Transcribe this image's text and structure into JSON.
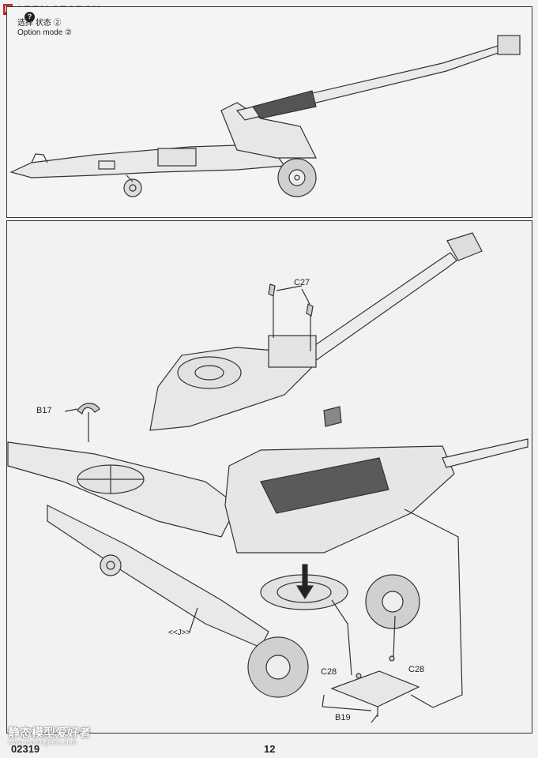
{
  "header": {
    "logo_badge": "H",
    "logo_text": "OBBY SEARCH",
    "option_icon": "?",
    "option_cn": "选择  状态 ②",
    "option_en": "Option  mode ②"
  },
  "labels": {
    "c27": "C27",
    "b17": "B17",
    "j_ref": "<<J>>",
    "c28_left": "C28",
    "c28_right": "C28",
    "b19": "B19"
  },
  "footer": {
    "code": "02319",
    "page": "12"
  },
  "watermark": {
    "cn": "静态模型爱好者",
    "url": "www.moxingfans.com"
  }
}
